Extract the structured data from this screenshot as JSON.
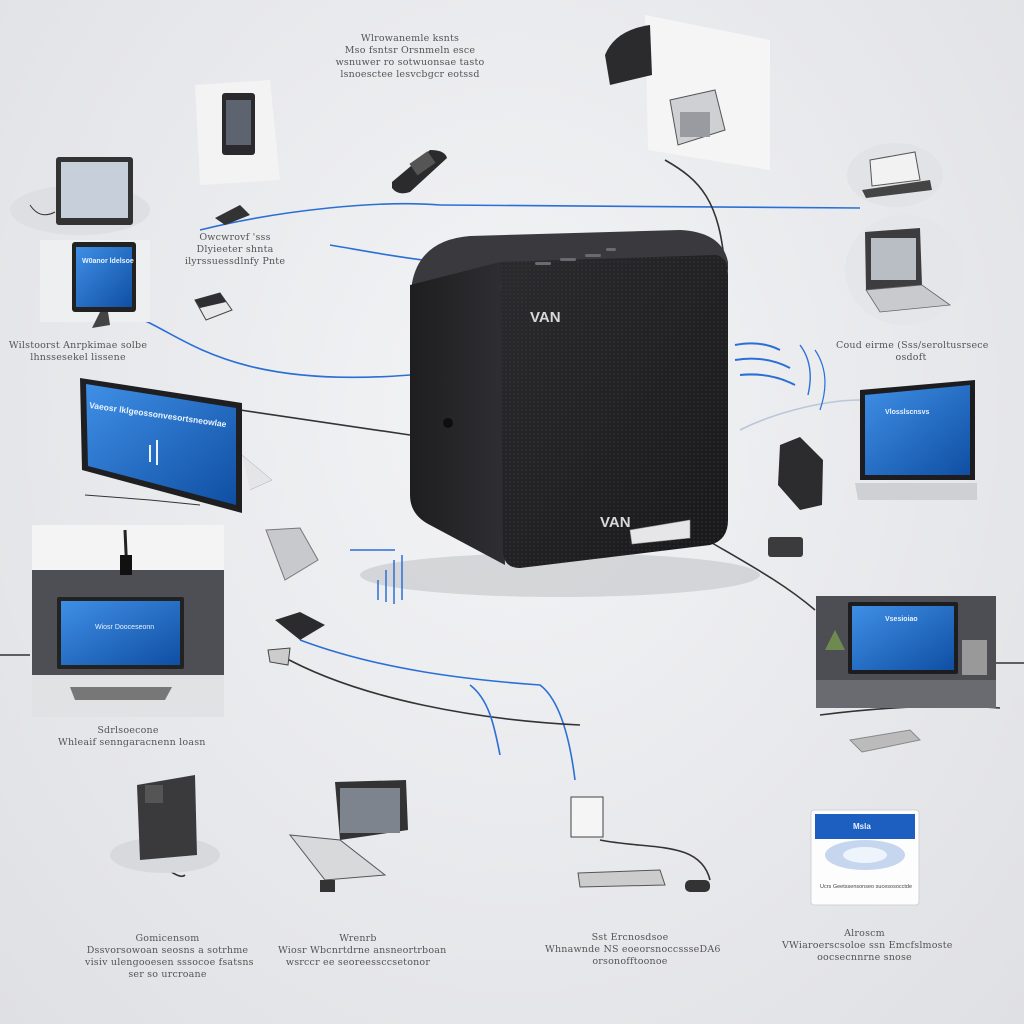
{
  "hub": {
    "brand_top": "VAN",
    "brand_bottom": "VAN"
  },
  "captions": {
    "top_center": [
      "Wlrowanemle ksnts",
      "Mso fsntsr Orsnmeln esce",
      "wsnuwer ro sotwuonsae tasto",
      "lsnoesctee lesvcbgcr eotssd"
    ],
    "left_upper": [
      "Owcwrovf 'sss",
      "Dlyieeter shnta",
      "ilyrssuessdlnfy Pnte"
    ],
    "left_mid": [
      "Wilstoorst Anrpkimae solbe",
      "lhnssesekel lissene"
    ],
    "right_mid": [
      "Coud eirme (Sss/seroltusrsece",
      "osdoft"
    ],
    "left_lower": [
      "Sdrlsoecone",
      "Whleaif senngaracnenn loasn"
    ],
    "bottom_1": [
      "Gomicensom",
      "Dssvorsowoan seosns a sotrhme",
      "visiv ulengooesen sssocoe fsatsns",
      "ser so urcroane"
    ],
    "bottom_2": [
      "Wrenrb",
      "Wiosr Wbcnrtdrne ansneortrboan",
      "wsrccr ee seoreessccsetonor"
    ],
    "bottom_3": [
      "Sst Ercnosdsoe",
      "Whnawnde NS eoeorsnoccssseDA6",
      "orsonofftoonoe"
    ],
    "bottom_4": [
      "Alroscm",
      "VWiaroerscsoloe ssn Emcfslmoste",
      "oocsecnnrne snose"
    ]
  },
  "screens": {
    "monitor_1": "W0anor ldelsoe",
    "monitor_big": "Vaeosr lklgeossonvesortsneowlae",
    "tv_right": "Vlosslscnsvs",
    "tv_lower_left": "Wiosr Dooceseonn",
    "tv_lower_right": "Vsesioiao",
    "card_title": "Msla",
    "card_body": "Ucrs Geetssensonseo sucesosocctde"
  },
  "colors": {
    "accent_blue": "#1a73e8",
    "screen_blue": "#1d6ec9",
    "hub_dark": "#2a2a2c"
  }
}
